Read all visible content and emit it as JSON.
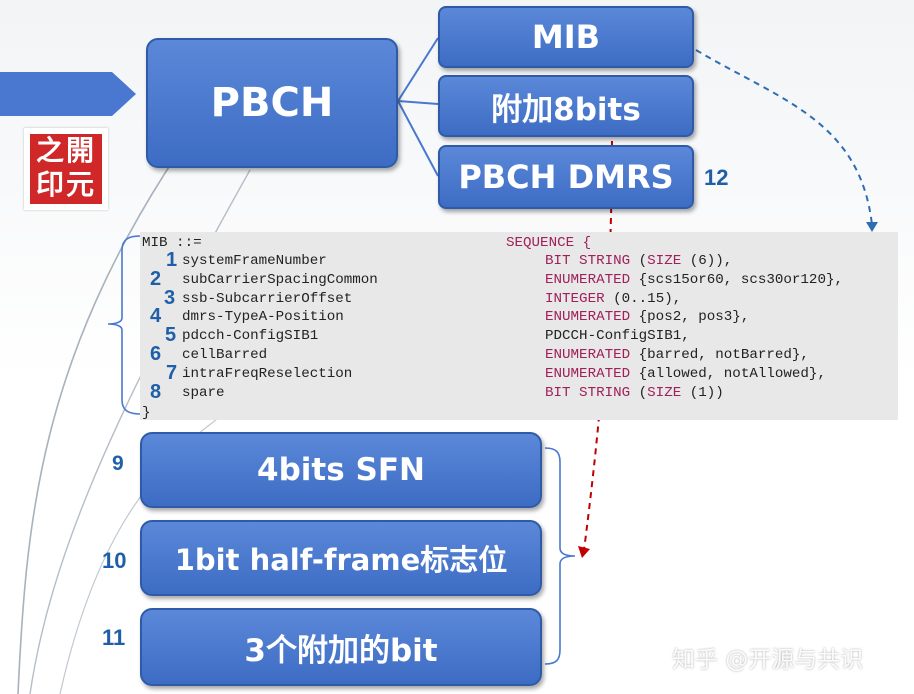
{
  "boxes": {
    "pbch": "PBCH",
    "mib": "MIB",
    "extra8": "附加8bits",
    "dmrs": "PBCH DMRS",
    "sfn4": "4bits SFN",
    "halfframe": "1bit half-frame标志位",
    "extra3": "3个附加的bit"
  },
  "numbers": {
    "n12": "12",
    "n9": "9",
    "n10": "10",
    "n11": "11"
  },
  "stamp": "之開印元",
  "code": {
    "header_name": "MIB ::=",
    "header_type": "SEQUENCE {",
    "closing": "}",
    "fields": [
      {
        "num": "1",
        "name": "systemFrameNumber",
        "type": "BIT STRING (SIZE (6)),"
      },
      {
        "num": "2",
        "name": "subCarrierSpacingCommon",
        "type": "ENUMERATED {scs15or60, scs30or120},"
      },
      {
        "num": "3",
        "name": "ssb-SubcarrierOffset",
        "type": "INTEGER (0..15),"
      },
      {
        "num": "4",
        "name": "dmrs-TypeA-Position",
        "type": "ENUMERATED {pos2, pos3},"
      },
      {
        "num": "5",
        "name": "pdcch-ConfigSIB1",
        "type": "PDCCH-ConfigSIB1,"
      },
      {
        "num": "6",
        "name": "cellBarred",
        "type": "ENUMERATED {barred, notBarred},"
      },
      {
        "num": "7",
        "name": "intraFreqReselection",
        "type": "ENUMERATED {allowed, notAllowed},"
      },
      {
        "num": "8",
        "name": "spare",
        "type": "BIT STRING (SIZE (1))"
      }
    ]
  },
  "watermark": "知乎 @开源与共识",
  "colors": {
    "box_fill": "#4a78d0",
    "box_border": "#2e5aa8",
    "number_blue": "#1f5fa8",
    "keyword": "#a0205a",
    "red_arrow": "#c00000",
    "blue_arrow": "#2e6db4"
  }
}
